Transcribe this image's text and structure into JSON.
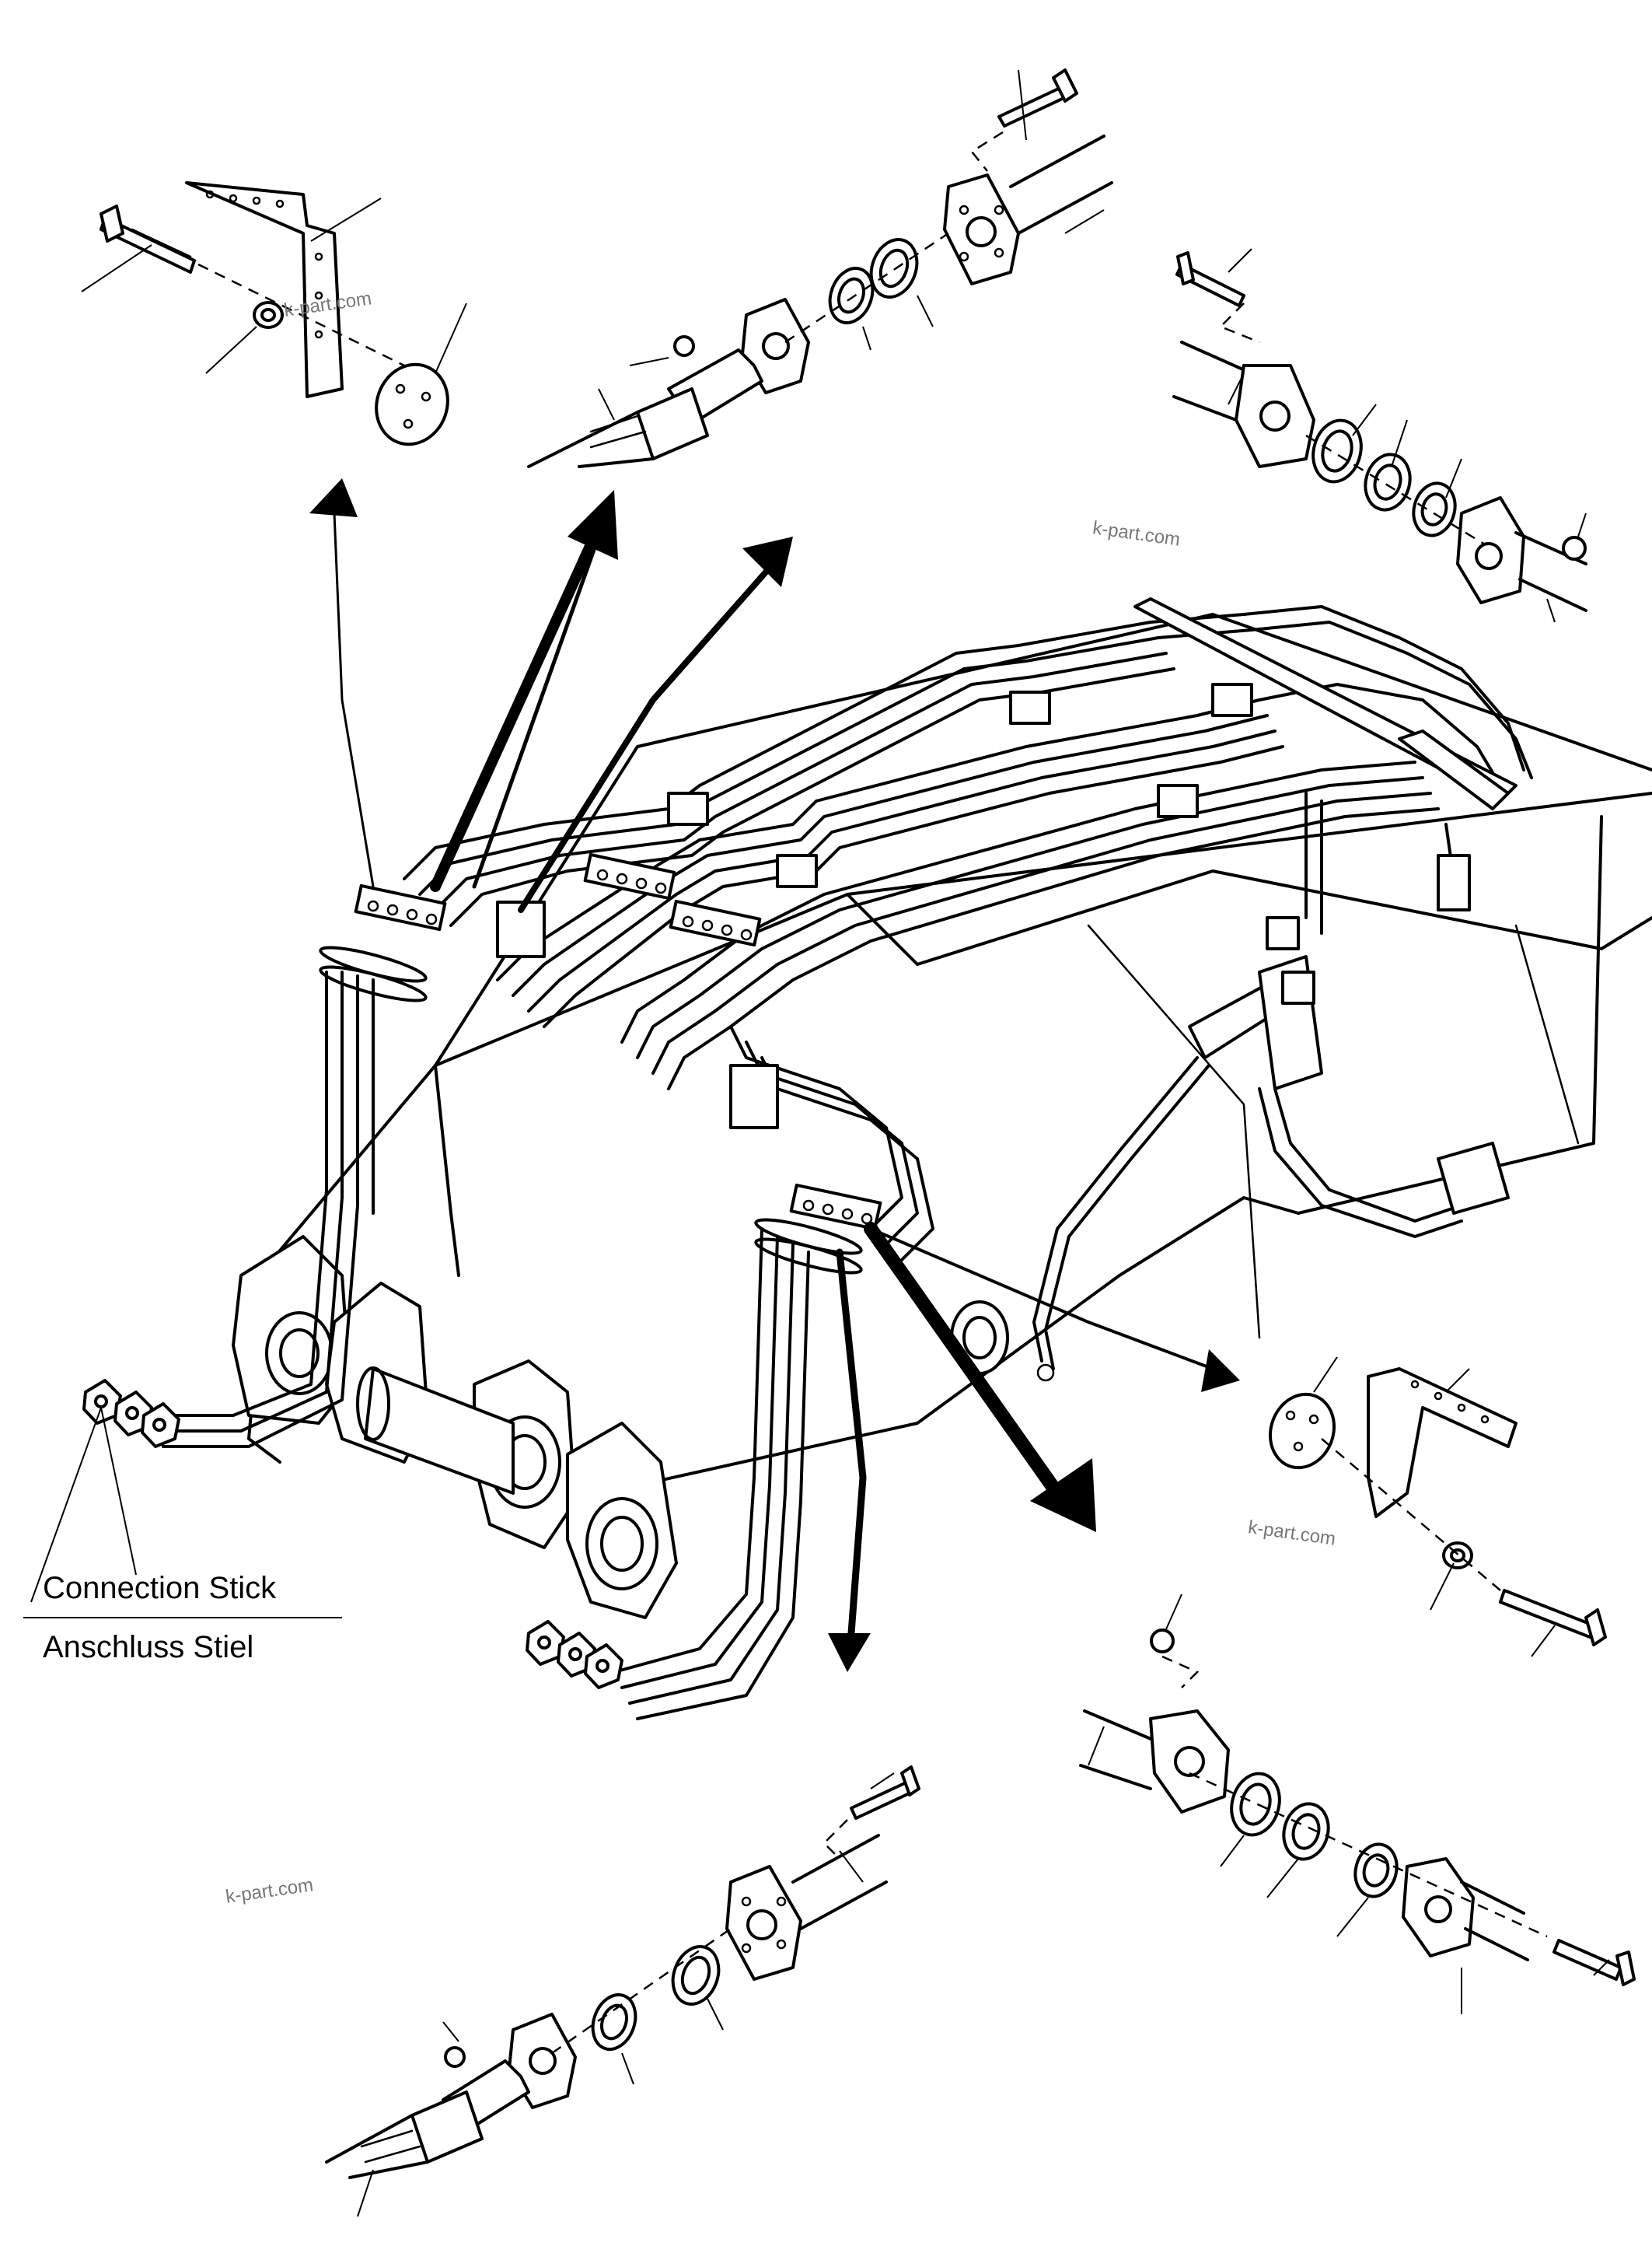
{
  "labels": {
    "connection_en": "Connection Stick",
    "connection_de": "Anschluss Stiel"
  },
  "watermarks": [
    "k-part.com",
    "k-part.com",
    "k-part.com",
    "k-part.com"
  ],
  "colors": {
    "ink": "#000000",
    "background": "#ffffff",
    "watermark": "#777777"
  }
}
